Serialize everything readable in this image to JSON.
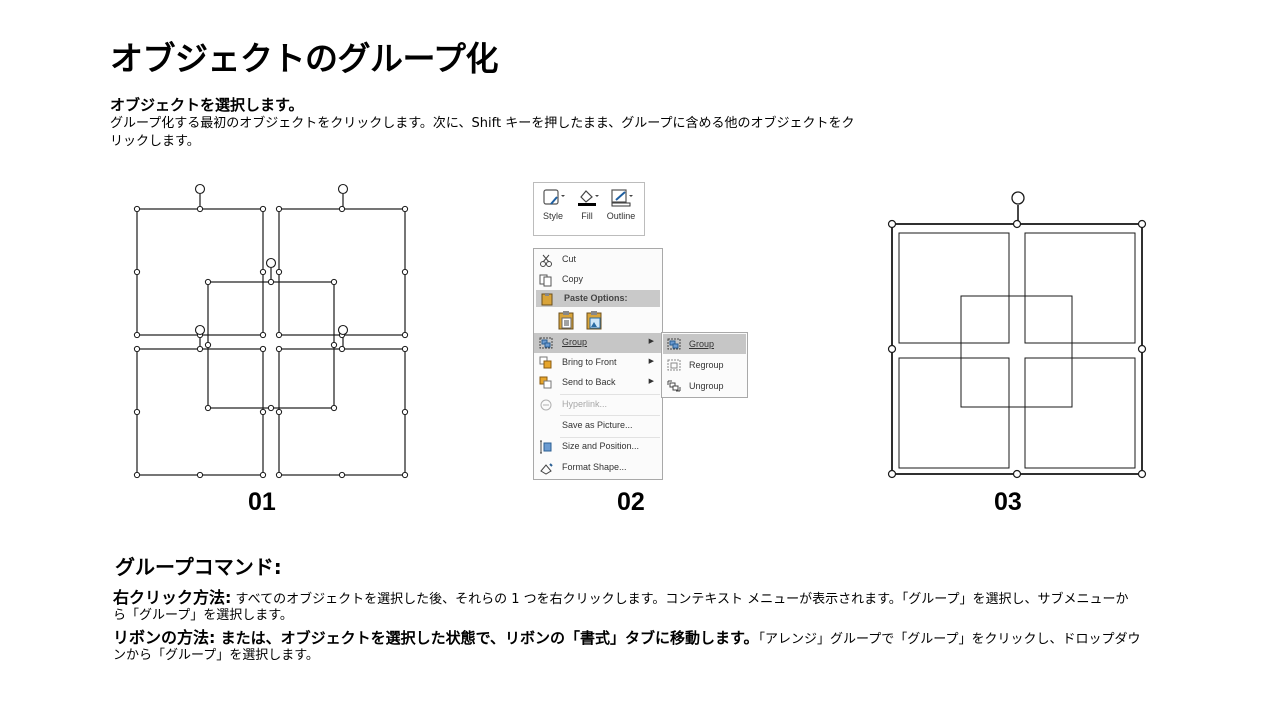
{
  "title": "オブジェクトのグループ化",
  "step_heading": "オブジェクトを選択します。",
  "step_text_1": "グループ化する最初のオブジェクトをクリックします。次に、Shift キーを押したまま、グループに含める他のオブジェクトをク",
  "step_text_2": "リックします。",
  "figures": {
    "label_01": "01",
    "label_02": "02",
    "label_03": "03"
  },
  "ribbon": {
    "style_label": "Style",
    "fill_label": "Fill",
    "outline_label": "Outline"
  },
  "context_menu": {
    "cut": "Cut",
    "copy": "Copy",
    "paste_options": "Paste Options:",
    "group": "Group",
    "bring_to_front": "Bring to Front",
    "send_to_back": "Send to Back",
    "hyperlink": "Hyperlink...",
    "save_as_picture": "Save as Picture...",
    "size_and_position": "Size and Position...",
    "format_shape": "Format Shape..."
  },
  "submenu": {
    "group": "Group",
    "regroup": "Regroup",
    "ungroup": "Ungroup"
  },
  "commands": {
    "heading": "グループコマンド:",
    "right_click_lead": "右クリック方法:",
    "right_click_text_1": " すべてのオブジェクトを選択した後、それらの 1 つを右クリックします。コンテキスト メニューが表示されます。「グループ」を選択し、サブメニューか",
    "right_click_text_2": "ら「グループ」を選択します。",
    "ribbon_lead": "リボンの方法:",
    "ribbon_mid": " または、オブジェクトを選択した状態で、リボンの「書式」タブに移動します。",
    "ribbon_text_1": "「アレンジ」グループで「グループ」をクリックし、ドロップダウ",
    "ribbon_text_2": "ンから「グループ」を選択します。"
  },
  "colors": {
    "highlight": "#c6c6c6",
    "menu_border": "#a9a9a9",
    "line": "#1a1a1a"
  }
}
